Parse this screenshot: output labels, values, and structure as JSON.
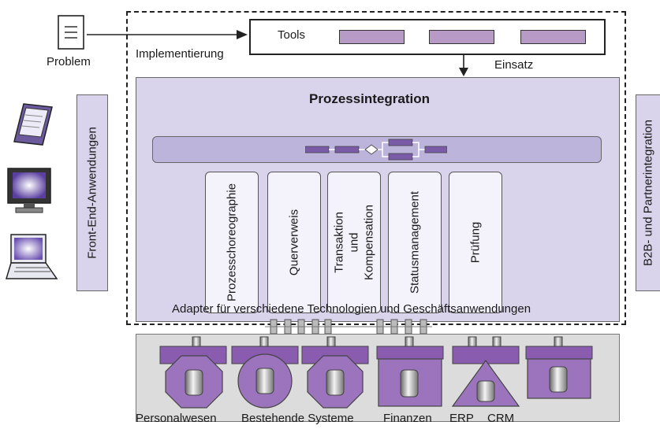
{
  "problem": {
    "label": "Problem",
    "icon": "document-icon"
  },
  "implementation": {
    "label": "Implementierung"
  },
  "tools": {
    "label": "Tools",
    "bar_color": "#b79ac6",
    "bar_count": 3
  },
  "deployment": {
    "label": "Einsatz"
  },
  "process_integration": {
    "title": "Prozessintegration",
    "services": [
      {
        "label": "Prozesschoreographie"
      },
      {
        "label": "Querverweis"
      },
      {
        "label": "Transaktion und\nKompensation"
      },
      {
        "label": "Statusmanagement"
      },
      {
        "label": "Prüfung"
      }
    ],
    "adapter_label": "Adapter für verschiedene Technologien und Geschäftsanwendungen"
  },
  "front_end": {
    "label": "Front-End-Anwendungen",
    "devices": [
      "pda-icon",
      "monitor-icon",
      "laptop-icon"
    ]
  },
  "b2b": {
    "label": "B2B- und Partnerintegration"
  },
  "systems": {
    "labels": [
      "Personalwesen",
      "Bestehende Systeme",
      "Finanzen",
      "ERP",
      "CRM"
    ],
    "icons": [
      "octagon-system-icon",
      "circle-system-icon",
      "octagon-system-icon",
      "square-system-icon",
      "triangle-system-icon",
      "square-system-icon"
    ]
  },
  "colors": {
    "accent": "#b79ac6",
    "panel": "#d9d4ec",
    "system_bg": "#dcdcdc",
    "system_top": "#8a5cb0",
    "system_body": "#9b74bd"
  }
}
